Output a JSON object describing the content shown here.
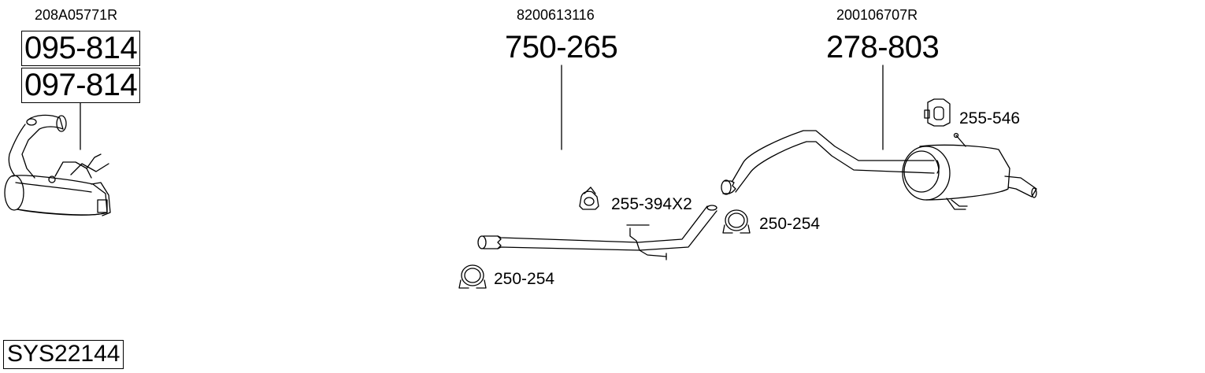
{
  "parts": {
    "front": {
      "oem_number": "208A05771R",
      "part_numbers": [
        "095-814",
        "097-814"
      ]
    },
    "middle": {
      "oem_number": "8200613116",
      "part_number": "750-265"
    },
    "rear": {
      "oem_number": "200106707R",
      "part_number": "278-803"
    }
  },
  "accessories": {
    "rubber_mount_mid": "255-394X2",
    "clamp_front": "250-254",
    "clamp_mid": "250-254",
    "rubber_mount_rear": "255-546"
  },
  "system_id": "SYS22144"
}
